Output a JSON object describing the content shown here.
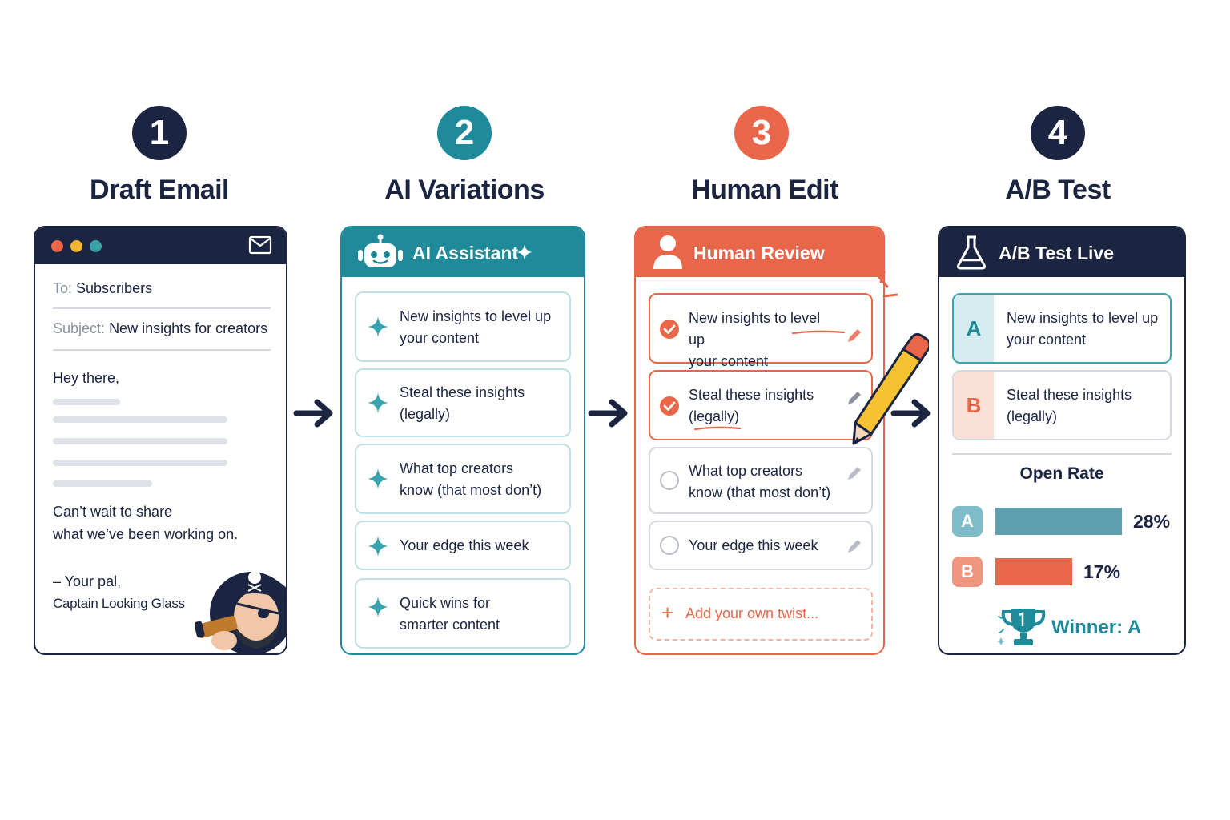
{
  "steps": [
    {
      "number": "1",
      "title": "Draft Email"
    },
    {
      "number": "2",
      "title": "AI Variations"
    },
    {
      "number": "3",
      "title": "Human Edit"
    },
    {
      "number": "4",
      "title": "A/B Test"
    }
  ],
  "draft": {
    "to_label": "To:",
    "to_value": "Subscribers",
    "subject_label": "Subject:",
    "subject_value": "New insights for creators",
    "greeting": "Hey there,",
    "body_line1": "Can’t wait to share",
    "body_line2": "what we’ve been working on.",
    "signoff": "– Your pal,",
    "signature": "Captain Looking Glass"
  },
  "ai": {
    "header": "AI Assistant",
    "items": [
      {
        "line1": "New insights to level up",
        "line2": "your content"
      },
      {
        "line1": "Steal these insights",
        "line2": "(legally)"
      },
      {
        "line1": "What top creators",
        "line2": "know (that most don’t)"
      },
      {
        "line1": "Your edge this week",
        "line2": ""
      },
      {
        "line1": "Quick wins for",
        "line2": "smarter content"
      }
    ]
  },
  "human": {
    "header": "Human Review",
    "items": [
      {
        "line1": "New insights to level up",
        "line2": "your content",
        "checked": true
      },
      {
        "line1": "Steal these insights",
        "line2": "(legally)",
        "checked": true
      },
      {
        "line1": "What top creators",
        "line2": "know (that most don’t)",
        "checked": false
      },
      {
        "line1": "Your edge this week",
        "line2": "",
        "checked": false
      }
    ],
    "add_label": "Add your own twist..."
  },
  "ab": {
    "header": "A/B Test Live",
    "variant_a": {
      "letter": "A",
      "line1": "New insights to level up",
      "line2": "your content"
    },
    "variant_b": {
      "letter": "B",
      "line1": "Steal these insights",
      "line2": "(legally)"
    },
    "metric_title": "Open Rate",
    "results": [
      {
        "letter": "A",
        "value": 28,
        "label": "28%"
      },
      {
        "letter": "B",
        "value": 17,
        "label": "17%"
      }
    ],
    "winner": "Winner: A"
  },
  "colors": {
    "navy": "#1b2440",
    "teal": "#1e8a9a",
    "orange": "#e8674a",
    "bar_a": "#5f9fae",
    "bar_b": "#e8674a"
  }
}
